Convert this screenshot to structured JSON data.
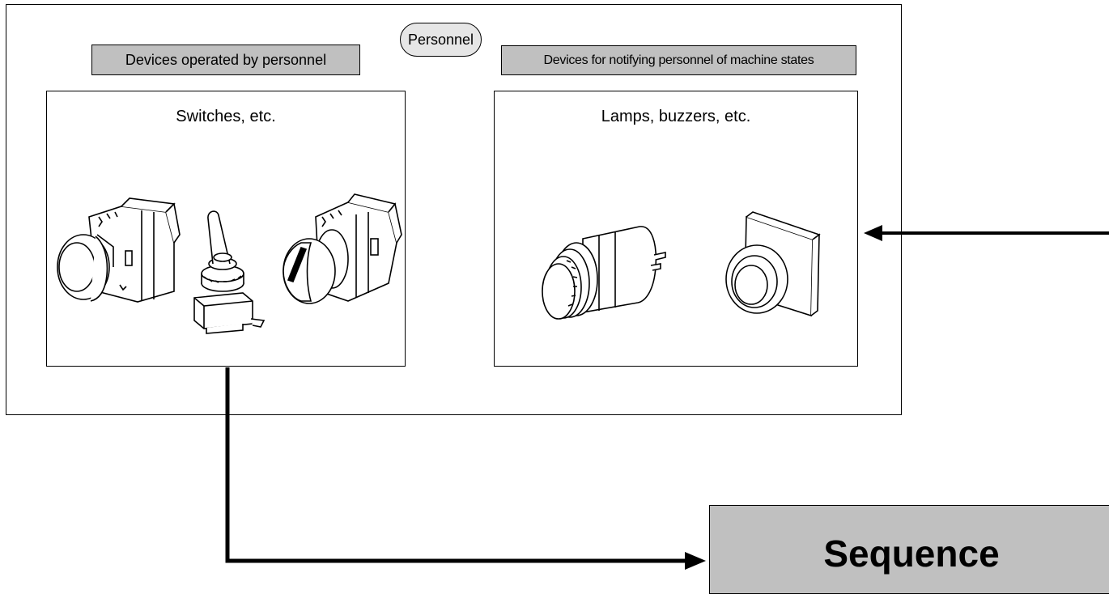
{
  "personnel_label": "Personnel",
  "left_header": "Devices operated by personnel",
  "right_header": "Devices for notifying personnel of machine states",
  "left_panel": {
    "title": "Switches, etc."
  },
  "right_panel": {
    "title": "Lamps, buzzers, etc."
  },
  "sequence": {
    "label": "Sequence"
  },
  "colors": {
    "label_fill": "#c0c0c0",
    "line": "#000000",
    "background": "#ffffff"
  },
  "icons": [
    "pushbutton-switch-icon",
    "toggle-switch-icon",
    "selector-switch-icon",
    "pilot-lamp-icon",
    "square-lamp-icon"
  ]
}
